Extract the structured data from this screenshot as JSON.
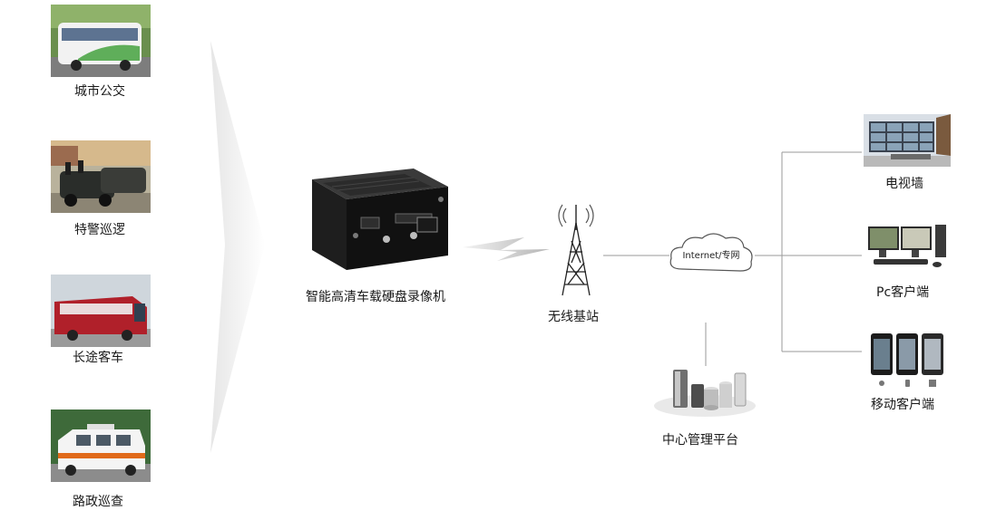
{
  "vehicles": [
    {
      "label": "城市公交"
    },
    {
      "label": "特警巡逻"
    },
    {
      "label": "长途客车"
    },
    {
      "label": "路政巡查"
    }
  ],
  "dvr": {
    "label": "智能高清车载硬盘录像机"
  },
  "tower": {
    "label": "无线基站"
  },
  "cloud": {
    "label": "Internet/专网"
  },
  "platform": {
    "label": "中心管理平台"
  },
  "clients": [
    {
      "label": "电视墙"
    },
    {
      "label": "Pc客户端"
    },
    {
      "label": "移动客户端"
    }
  ]
}
